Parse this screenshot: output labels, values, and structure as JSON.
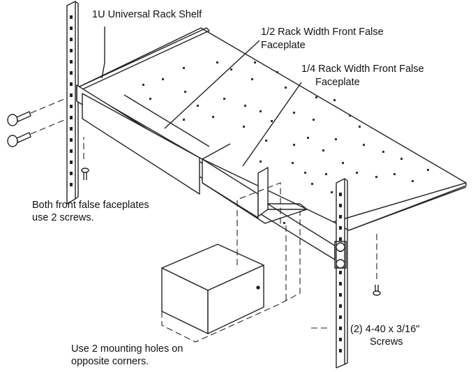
{
  "callouts": {
    "shelf": "1U Universal Rack Shelf",
    "half_l1": "1/2 Rack Width Front False",
    "half_l2": "Faceplate",
    "quarter_l1": "1/4 Rack Width Front False",
    "quarter_l2": "Faceplate",
    "both_l1": "Both front false faceplates",
    "both_l2": "use 2 screws.",
    "mount_l1": "Use 2 mounting holes on",
    "mount_l2": "opposite corners.",
    "screws_l1": "(2) 4-40 x 3/16\"",
    "screws_l2": "Screws"
  }
}
